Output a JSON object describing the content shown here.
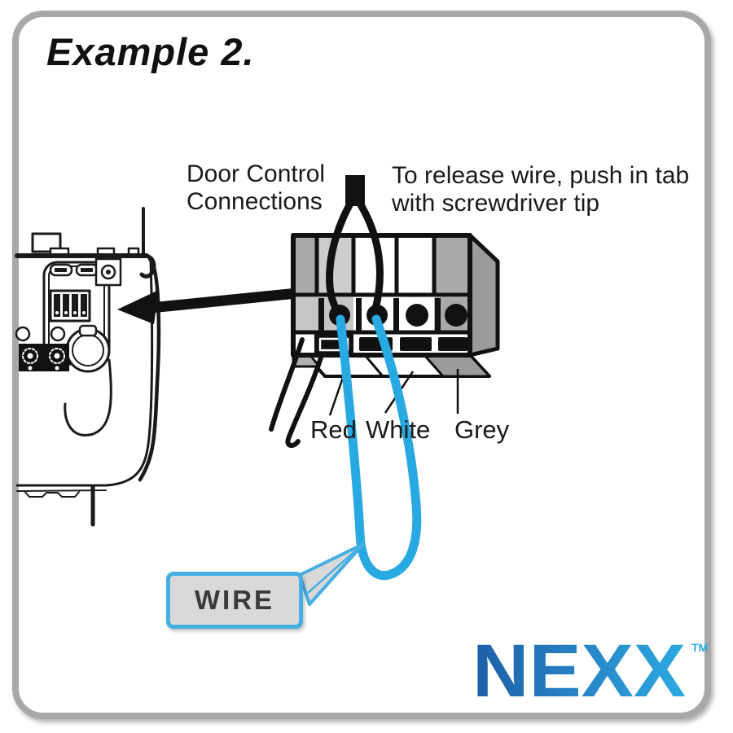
{
  "title": "Example 2.",
  "labels": {
    "door_control_line1": "Door Control",
    "door_control_line2": "Connections",
    "release_line1": "To release wire, push in tab",
    "release_line2": "with screwdriver tip",
    "wire_colors": [
      "Red",
      "White",
      "Grey"
    ],
    "callout": "WIRE"
  },
  "logo": {
    "text": "NEXX",
    "trademark": "TM"
  },
  "colors": {
    "wire_blue": "#29a9e1",
    "callout_border": "#45aee3",
    "logo_gradient_start": "#1e5ea7",
    "logo_gradient_end": "#2baae1",
    "card_border": "#a8a8a8",
    "block_grey_dark": "#9b9b9b",
    "block_grey_light": "#cdcdcd"
  }
}
